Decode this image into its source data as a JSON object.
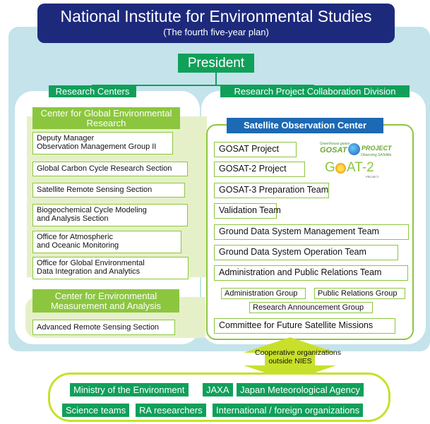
{
  "header": {
    "title": "National Institute for Environmental Studies",
    "subtitle": "(The fourth five-year plan)"
  },
  "president": "President",
  "research_centers_label": "Research Centers",
  "collab_division_label": "Research Project Collaboration Division",
  "global_center": {
    "title_line1": "Center for Global Environmental",
    "title_line2": "Research",
    "sections": [
      {
        "line1": "Deputy Manager",
        "line2": "Observation Management Group II"
      },
      {
        "line1": "Global Carbon Cycle Research Section",
        "line2": ""
      },
      {
        "line1": "Satellite Remote Sensing Section",
        "line2": ""
      },
      {
        "line1": "Biogeochemical Cycle Modeling",
        "line2": "and Analysis Section"
      },
      {
        "line1": "Office for Atmospheric",
        "line2": "and Oceanic Monitoring"
      },
      {
        "line1": "Office for Global Environmental",
        "line2": "Data Integration and Analytics"
      }
    ]
  },
  "measurement_center": {
    "title_line1": "Center for Environmental",
    "title_line2": "Measurement and Analysis",
    "sections": [
      {
        "line1": "Advanced Remote Sensing Section"
      }
    ]
  },
  "satellite_center": {
    "title": "Satellite Observation Center",
    "teams": [
      "GOSAT Project",
      "GOSAT-2 Project",
      "GOSAT-3 Preparation Team",
      "Validation Team",
      "Ground Data System Management Team",
      "Ground Data System Operation Team",
      "Administration and Public Relations Team"
    ],
    "groups": [
      "Administration Group",
      "Public Relations Group",
      "Research Announcement Group"
    ],
    "committee": "Committee for Future Satellite Missions"
  },
  "logos": {
    "gosat_top": "Greenhouse gases",
    "gosat_main": "GOSAT",
    "gosat_project": "PROJECT",
    "gosat_sub": "Observing SATellite",
    "gosat2_main_a": "G",
    "gosat2_main_b": "AT-2",
    "gosat2_project": "PROJECT"
  },
  "cooperative": {
    "label_line1": "Cooperative organizations",
    "label_line2": "outside NIES",
    "row1": [
      "Ministry of the Environment",
      "JAXA",
      "Japan Meteorological Agency"
    ],
    "row2": [
      "Science teams",
      "RA researchers",
      "International / foreign organizations"
    ]
  },
  "colors": {
    "navy": "#1d2a7c",
    "light_blue_bg": "#c4e3eb",
    "green": "#10a05a",
    "lime": "#8cc63f",
    "blue": "#1c69b4",
    "line_navy": "#1d2d6b",
    "arrow_lime": "#c8e02a"
  }
}
